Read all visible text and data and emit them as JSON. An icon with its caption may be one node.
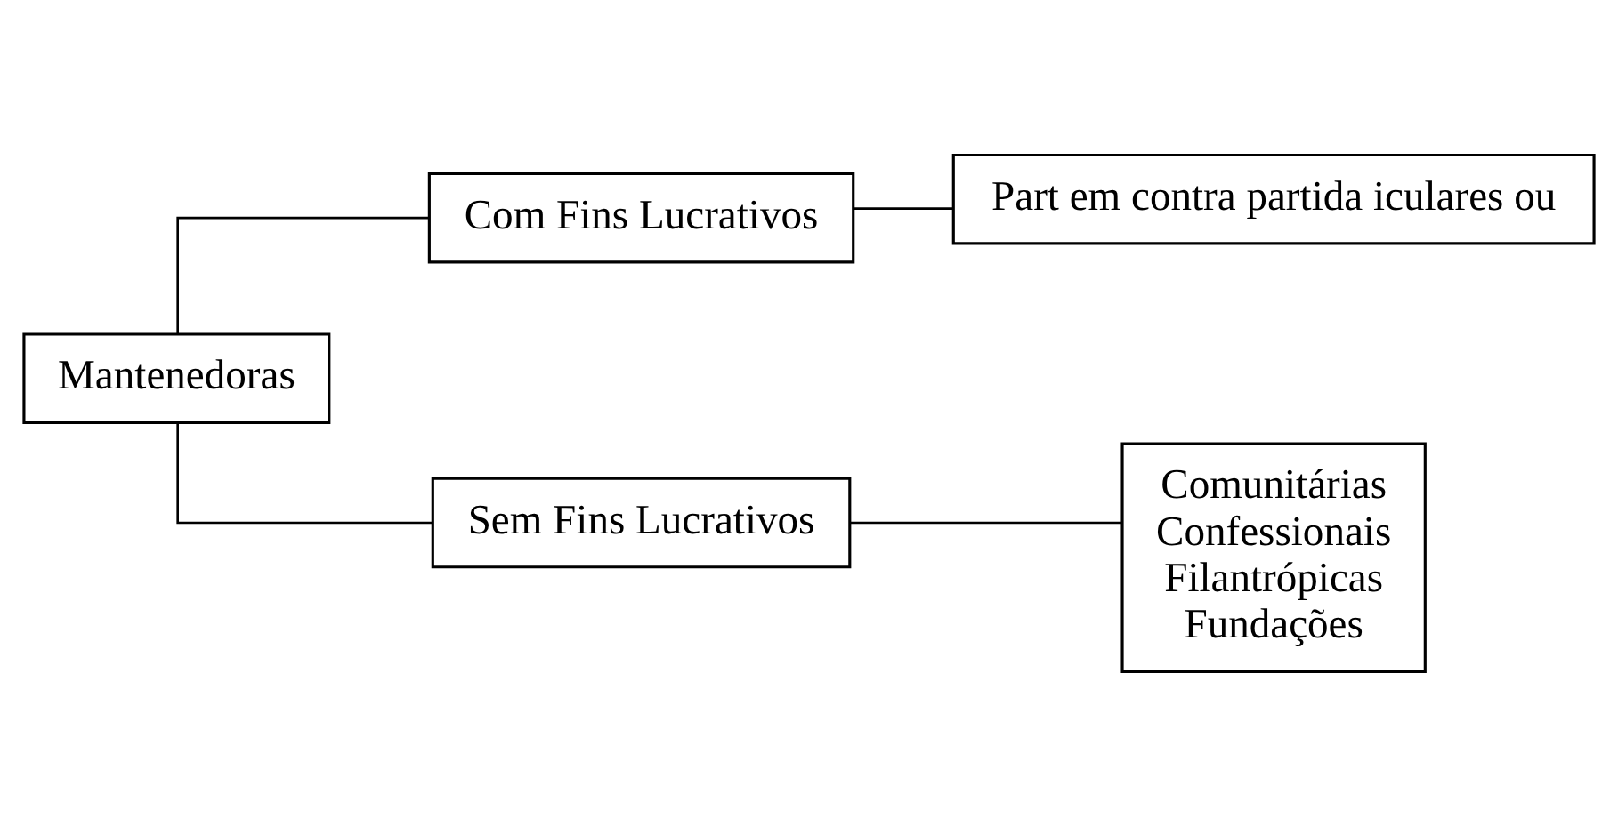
{
  "diagram": {
    "nodes": [
      {
        "text": [
          "Mantenedoras"
        ]
      },
      {
        "text": [
          "Com Fins Lucrativos"
        ]
      },
      {
        "text": [
          "Part em contra partida iculares ou"
        ]
      },
      {
        "text": [
          "Sem Fins Lucrativos"
        ]
      },
      {
        "text": [
          "Comunitárias Confessionais Filantrópicas Fundações"
        ]
      }
    ],
    "edges": [
      {
        "from": 0,
        "to": 1,
        "arrow": "none"
      },
      {
        "from": 0,
        "to": 3,
        "arrow": "none"
      },
      {
        "from": 1,
        "to": 2,
        "arrow": "none"
      },
      {
        "from": 3,
        "to": 4,
        "arrow": "none"
      }
    ]
  }
}
